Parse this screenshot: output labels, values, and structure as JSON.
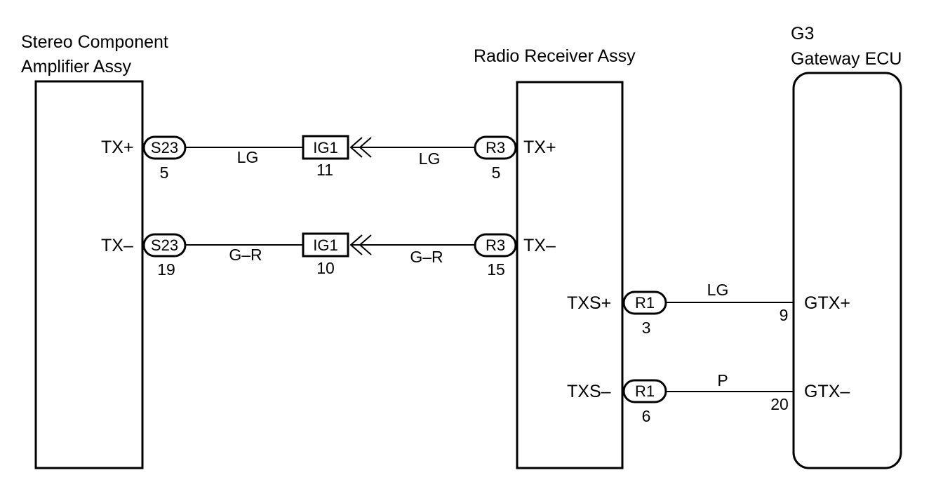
{
  "components": {
    "amplifier": {
      "title_line1": "Stereo Component",
      "title_line2": "Amplifier Assy"
    },
    "radio": {
      "title": "Radio Receiver Assy"
    },
    "gateway": {
      "code": "G3",
      "title": "Gateway ECU"
    }
  },
  "circuits": {
    "tx_plus": {
      "amp_pin_label": "TX+",
      "amp_connector": "S23",
      "amp_pin_no": "5",
      "wire_color_left": "LG",
      "junction": "IG1",
      "junction_pin_no": "11",
      "wire_color_right": "LG",
      "radio_connector": "R3",
      "radio_pin_no": "5",
      "radio_pin_label": "TX+"
    },
    "tx_minus": {
      "amp_pin_label": "TX–",
      "amp_connector": "S23",
      "amp_pin_no": "19",
      "wire_color_left": "G–R",
      "junction": "IG1",
      "junction_pin_no": "10",
      "wire_color_right": "G–R",
      "radio_connector": "R3",
      "radio_pin_no": "15",
      "radio_pin_label": "TX–"
    },
    "txs_plus": {
      "radio_pin_label": "TXS+",
      "radio_connector": "R1",
      "radio_pin_no": "3",
      "wire_color": "LG",
      "gateway_pin_no": "9",
      "gateway_pin_label": "GTX+"
    },
    "txs_minus": {
      "radio_pin_label": "TXS–",
      "radio_connector": "R1",
      "radio_pin_no": "6",
      "wire_color": "P",
      "gateway_pin_no": "20",
      "gateway_pin_label": "GTX–"
    }
  }
}
